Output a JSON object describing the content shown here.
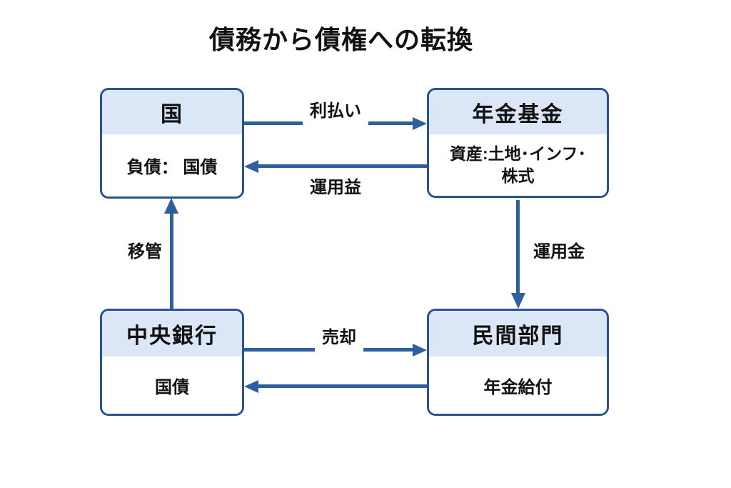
{
  "title": "債務から債権への転換",
  "colors": {
    "box-border": "#2a5190",
    "box-header-fill": "#dbe7f6",
    "box-body-fill": "#ffffff",
    "arrow": "#2e5f9f",
    "text": "#111111",
    "background": "#ffffff"
  },
  "nodes": {
    "kuni": {
      "header": "国",
      "body": "負債： 国債"
    },
    "nenkin": {
      "header": "年金基金",
      "body_line1": "資産:土地･インフ･",
      "body_line2": "株式"
    },
    "chuo": {
      "header": "中央銀行",
      "body": "国債"
    },
    "minkan": {
      "header": "民間部門",
      "body": "年金給付"
    }
  },
  "edges": {
    "riharai": {
      "label": "利払い",
      "from": "国",
      "to": "年金基金",
      "direction": "right"
    },
    "unyoeki": {
      "label": "運用益",
      "from": "年金基金",
      "to": "国",
      "direction": "left"
    },
    "ikan": {
      "label": "移管",
      "from": "中央銀行",
      "to": "国",
      "direction": "up"
    },
    "unyokin": {
      "label": "運用金",
      "from": "年金基金",
      "to": "民間部門",
      "direction": "down"
    },
    "baikyaku": {
      "label": "売却",
      "from": "中央銀行",
      "to": "民間部門",
      "direction": "right"
    },
    "return": {
      "label": "",
      "from": "民間部門",
      "to": "中央銀行",
      "direction": "left"
    }
  }
}
